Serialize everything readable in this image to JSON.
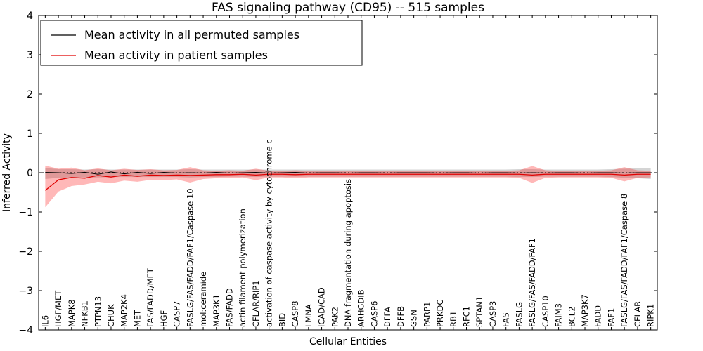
{
  "chart_data": {
    "type": "line",
    "title": "FAS signaling pathway (CD95) -- 515 samples",
    "xlabel": "Cellular Entities",
    "ylabel": "Inferred Activity",
    "ylim": [
      -4,
      4
    ],
    "yticks": [
      -4,
      -3,
      -2,
      -1,
      0,
      1,
      2,
      3,
      4
    ],
    "grid": false,
    "legend_position": "upper left",
    "categories": [
      "IL6",
      "HGF/MET",
      "MAPK8",
      "NFKB1",
      "PTPN13",
      "CHUK",
      "MAP2K4",
      "MET",
      "FAS/FADD/MET",
      "HGF",
      "CASP7",
      "FASLG/FAS/FADD/FAF1/Caspase 10",
      "mol:ceramide",
      "MAP3K1",
      "FAS/FADD",
      "actin filament polymerization",
      "CFLAR/RIP1",
      "activation of caspase activity by cytochrome c",
      "BID",
      "CASP8",
      "LMNA",
      "ICAD/CAD",
      "PAK2",
      "DNA fragmentation during apoptosis",
      "ARHGDIB",
      "CASP6",
      "DFFA",
      "DFFB",
      "GSN",
      "PARP1",
      "PRKDC",
      "RB1",
      "RFC1",
      "SPTAN1",
      "CASP3",
      "FAS",
      "FASLG",
      "FASLG/FAS/FADD/FAF1",
      "CASP10",
      "FAIM3",
      "BCL2",
      "MAP3K7",
      "FADD",
      "FAF1",
      "FASLG/FAS/FADD/FAF1/Caspase 8",
      "CFLAR",
      "RIPK1"
    ],
    "series": [
      {
        "id": "permuted",
        "name": "Mean activity in all permuted samples",
        "color": "#000000",
        "width": 1,
        "values": [
          0.01,
          0.0,
          -0.02,
          0.01,
          -0.04,
          0.02,
          -0.03,
          0.01,
          -0.02,
          0.01,
          -0.01,
          0.0,
          -0.01,
          0.01,
          -0.01,
          0.0,
          0.01,
          -0.01,
          0.0,
          0.01,
          -0.01,
          0.0,
          0.0,
          -0.01,
          0.0,
          0.0,
          -0.01,
          0.0,
          0.0,
          0.0,
          -0.01,
          0.0,
          0.0,
          -0.01,
          0.0,
          0.0,
          -0.01,
          0.0,
          -0.01,
          0.0,
          0.0,
          -0.01,
          0.0,
          0.0,
          -0.01,
          0.0,
          0.0
        ],
        "band": {
          "color": "#aaaaaa",
          "opacity": 0.5,
          "upper": [
            0.12,
            0.09,
            0.09,
            0.08,
            0.09,
            0.08,
            0.08,
            0.08,
            0.08,
            0.08,
            0.08,
            0.09,
            0.08,
            0.08,
            0.08,
            0.08,
            0.08,
            0.08,
            0.08,
            0.08,
            0.08,
            0.08,
            0.08,
            0.08,
            0.08,
            0.08,
            0.08,
            0.08,
            0.08,
            0.08,
            0.08,
            0.08,
            0.08,
            0.08,
            0.08,
            0.08,
            0.09,
            0.09,
            0.08,
            0.08,
            0.08,
            0.08,
            0.08,
            0.09,
            0.1,
            0.11,
            0.12
          ],
          "lower": [
            -0.16,
            -0.13,
            -0.12,
            -0.12,
            -0.12,
            -0.11,
            -0.11,
            -0.11,
            -0.11,
            -0.11,
            -0.11,
            -0.12,
            -0.11,
            -0.11,
            -0.1,
            -0.1,
            -0.11,
            -0.1,
            -0.1,
            -0.1,
            -0.1,
            -0.1,
            -0.1,
            -0.1,
            -0.1,
            -0.1,
            -0.1,
            -0.1,
            -0.1,
            -0.1,
            -0.1,
            -0.1,
            -0.1,
            -0.1,
            -0.1,
            -0.1,
            -0.11,
            -0.11,
            -0.1,
            -0.1,
            -0.1,
            -0.1,
            -0.1,
            -0.11,
            -0.13,
            -0.14,
            -0.16
          ]
        }
      },
      {
        "id": "patient",
        "name": "Mean activity in patient samples",
        "color": "#e00000",
        "width": 1.3,
        "values": [
          -0.45,
          -0.18,
          -0.12,
          -0.14,
          -0.07,
          -0.11,
          -0.06,
          -0.09,
          -0.06,
          -0.07,
          -0.06,
          -0.07,
          -0.06,
          -0.05,
          -0.05,
          -0.04,
          -0.06,
          -0.04,
          -0.04,
          -0.05,
          -0.04,
          -0.04,
          -0.04,
          -0.04,
          -0.04,
          -0.04,
          -0.04,
          -0.04,
          -0.04,
          -0.04,
          -0.04,
          -0.04,
          -0.04,
          -0.04,
          -0.04,
          -0.04,
          -0.04,
          -0.06,
          -0.04,
          -0.04,
          -0.04,
          -0.04,
          -0.04,
          -0.04,
          -0.06,
          -0.04,
          -0.04
        ],
        "band": {
          "color": "#ff0000",
          "opacity": 0.28,
          "upper": [
            0.18,
            0.1,
            0.13,
            0.06,
            0.11,
            0.06,
            0.1,
            0.07,
            0.09,
            0.06,
            0.07,
            0.14,
            0.06,
            0.05,
            0.06,
            0.05,
            0.1,
            0.05,
            0.05,
            0.06,
            0.05,
            0.05,
            0.05,
            0.05,
            0.05,
            0.05,
            0.05,
            0.05,
            0.05,
            0.05,
            0.05,
            0.05,
            0.05,
            0.05,
            0.05,
            0.05,
            0.06,
            0.17,
            0.06,
            0.05,
            0.05,
            0.05,
            0.05,
            0.06,
            0.14,
            0.06,
            0.05
          ],
          "lower": [
            -0.88,
            -0.48,
            -0.34,
            -0.3,
            -0.23,
            -0.27,
            -0.2,
            -0.23,
            -0.18,
            -0.19,
            -0.17,
            -0.25,
            -0.16,
            -0.14,
            -0.14,
            -0.12,
            -0.19,
            -0.12,
            -0.12,
            -0.14,
            -0.12,
            -0.12,
            -0.12,
            -0.12,
            -0.12,
            -0.12,
            -0.12,
            -0.12,
            -0.12,
            -0.12,
            -0.12,
            -0.12,
            -0.12,
            -0.12,
            -0.12,
            -0.12,
            -0.13,
            -0.26,
            -0.13,
            -0.12,
            -0.12,
            -0.12,
            -0.12,
            -0.13,
            -0.22,
            -0.13,
            -0.12
          ]
        }
      }
    ],
    "zero_line": {
      "value": 0,
      "style": "dashed",
      "color": "#000000"
    }
  }
}
